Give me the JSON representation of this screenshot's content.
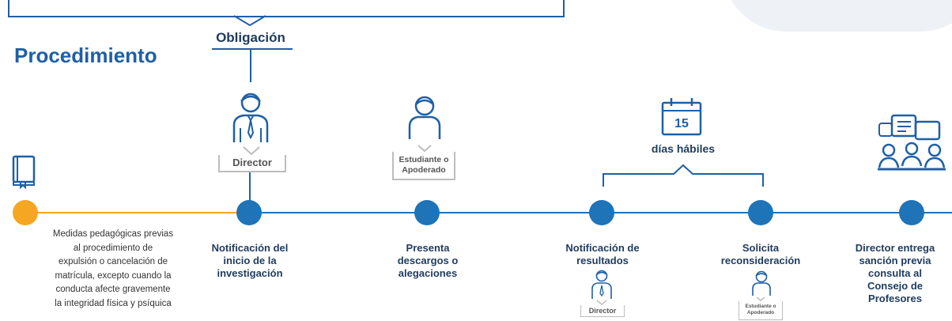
{
  "title": "Procedimiento",
  "obligation_label": "Obligación",
  "days": {
    "number": "15",
    "label": "días hábiles"
  },
  "intro_text_lines": [
    "Medidas pedagógicas previas",
    "al procedimiento de",
    "expulsión o cancelación de",
    "matrícula, excepto cuando la",
    "conducta afecte gravemente",
    "la integridad física y psíquica"
  ],
  "steps": [
    {
      "lines": [
        "Notificación del",
        "inicio de la",
        "investigación"
      ],
      "role": "Director"
    },
    {
      "lines": [
        "Presenta",
        "descargos o",
        "alegaciones"
      ],
      "role_lines": [
        "Estudiante o",
        "Apoderado"
      ]
    },
    {
      "lines": [
        "Notificación de",
        "resultados"
      ],
      "role": "Director"
    },
    {
      "lines": [
        "Solicita",
        "reconsideración"
      ],
      "role_lines": [
        "Estudiante o",
        "Apoderado"
      ]
    },
    {
      "lines": [
        "Director entrega",
        "sanción previa",
        "consulta al",
        "Consejo de",
        "Profesores"
      ]
    }
  ],
  "colors": {
    "primary": "#1f73b7",
    "accent": "#f5a623",
    "text": "#1f3b5e"
  }
}
